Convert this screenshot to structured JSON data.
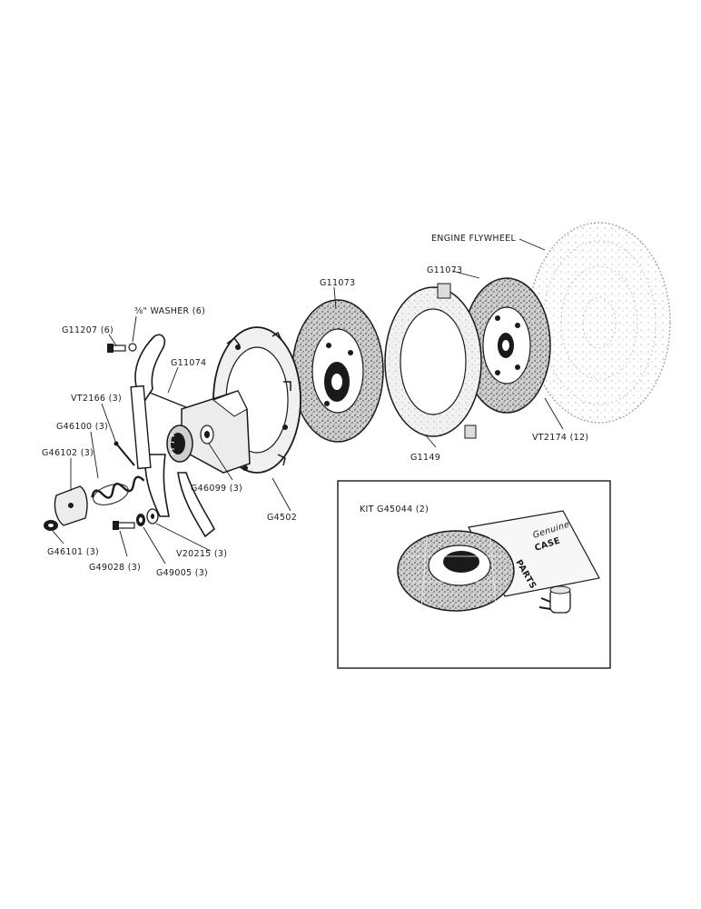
{
  "diagram": {
    "labels": {
      "engine_flywheel": "ENGINE FLYWHEEL",
      "g11073_top": "G11073",
      "g11073_mid": "G11073",
      "washer": "⅜\" WASHER (6)",
      "g11207": "G11207 (6)",
      "g11074": "G11074",
      "vt2166": "VT2166 (3)",
      "g46100": "G46100 (3)",
      "g46102": "G46102 (3)",
      "g46101": "G46101 (3)",
      "g49028": "G49028 (3)",
      "g49005": "G49005 (3)",
      "v20215": "V20215 (3)",
      "g46099": "G46099 (3)",
      "g4502": "G4502",
      "g1149": "G1149",
      "vt2174": "VT2174 (12)"
    },
    "kit": {
      "title": "KIT G45044 (2)",
      "package_line1": "Genuine",
      "package_line2": "CASE",
      "package_line3": "PARTS"
    }
  }
}
